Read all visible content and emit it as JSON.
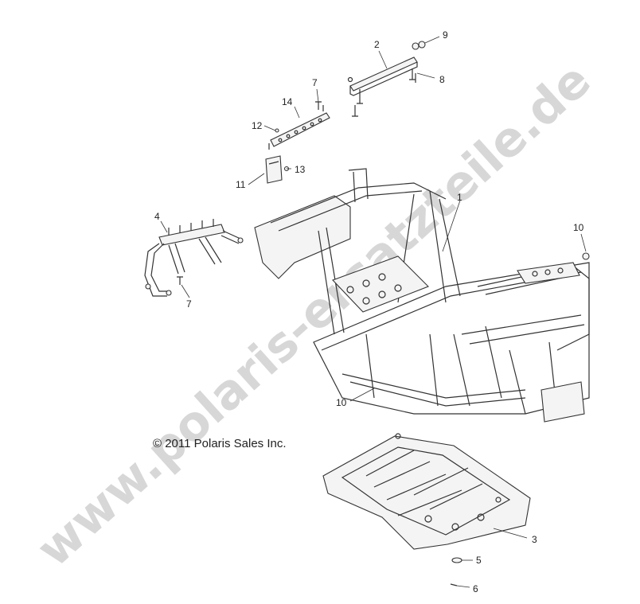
{
  "copyright": "© 2011 Polaris Sales Inc.",
  "watermark": "www.polaris-ersatzteile.de",
  "callouts": {
    "c1": "1",
    "c2": "2",
    "c3": "3",
    "c4": "4",
    "c5": "5",
    "c6": "6",
    "c7a": "7",
    "c7b": "7",
    "c8": "8",
    "c9": "9",
    "c10a": "10",
    "c10b": "10",
    "c11": "11",
    "c12": "12",
    "c13": "13",
    "c14": "14"
  },
  "colors": {
    "line": "#333333",
    "watermark": "#bdbdbd",
    "background": "#ffffff"
  }
}
